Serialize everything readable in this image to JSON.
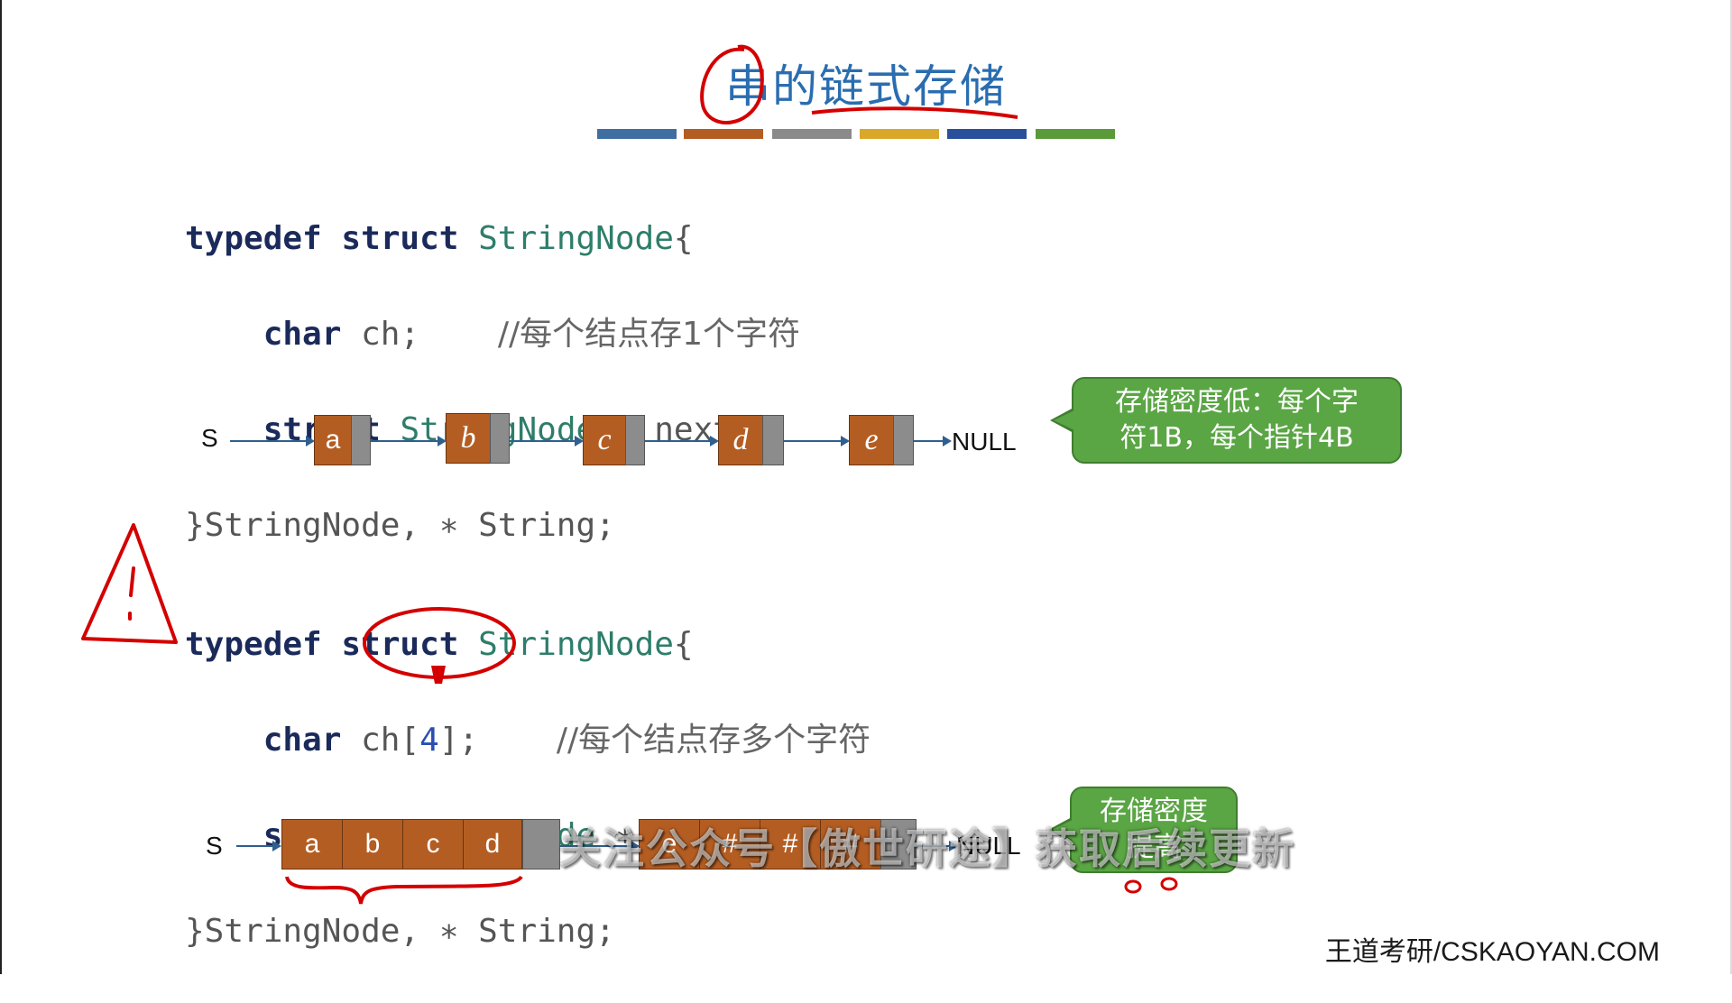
{
  "title": "串的链式存储",
  "colors": {
    "bars": [
      "#3f6ea0",
      "#b45d22",
      "#8a8a8a",
      "#d9a82a",
      "#2a4f9a",
      "#5a9a3a"
    ],
    "node_char": "#b45d22",
    "node_ptr": "#8c8c8c",
    "bubble": "#5aa544",
    "ink_red": "#d40000"
  },
  "code1": {
    "line1": {
      "kw": "typedef struct",
      "type": "StringNode",
      "tail": "{"
    },
    "line2": {
      "kw": "char",
      "var": "ch;",
      "comment": "//每个结点存1个字符"
    },
    "line3": {
      "kw": "struct",
      "type": "StringNode",
      "tail": "∗ next;"
    },
    "line4": {
      "text": "}StringNode, ∗ String;"
    }
  },
  "code2": {
    "line1": {
      "kw": "typedef struct",
      "type": "StringNode",
      "tail": "{"
    },
    "line2": {
      "kw": "char",
      "var": "ch[",
      "num": "4",
      "var_end": "];",
      "comment": "//每个结点存多个字符"
    },
    "line3": {
      "kw": "struct",
      "type": "StringNode",
      "tail": "∗ next;"
    },
    "line4": {
      "text": "}StringNode, ∗ String;"
    }
  },
  "diagram1": {
    "head": "S",
    "nodes": [
      "a",
      "b",
      "c",
      "d",
      "e"
    ],
    "null": "NULL",
    "bubble_line1": "存储密度低：每个字",
    "bubble_line2": "符1B，每个指针4B"
  },
  "diagram2": {
    "head": "S",
    "node1": [
      "a",
      "b",
      "c",
      "d"
    ],
    "node2": [
      "e",
      "#",
      "#",
      "#"
    ],
    "null": "NULL",
    "bubble_line1": "存储密度",
    "bubble_line2": "提高"
  },
  "watermark": "关注公众号【傲世研途】获取后续更新",
  "brand": "王道考研/CSKAOYAN.COM"
}
